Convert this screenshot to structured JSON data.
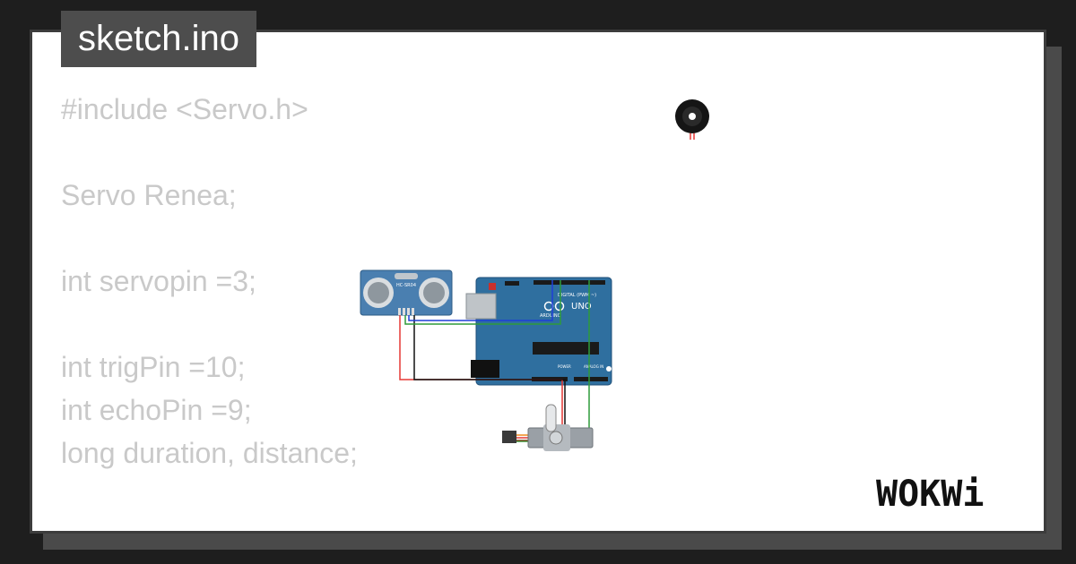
{
  "file_tab": {
    "label": "sketch.ino"
  },
  "code": {
    "lines": [
      "#include <Servo.h>",
      "",
      "Servo Renea;",
      "",
      "int servopin =3;",
      "",
      "int trigPin =10;",
      "int echoPin =9;",
      "long duration, distance;"
    ]
  },
  "diagram": {
    "sensor_label": "HC-SR04",
    "board_brand": "ARDUINO",
    "board_model": "UNO",
    "board_digital_label": "DIGITAL (PWM ~)",
    "board_power_label": "POWER",
    "board_analog_label": "ANALOG IN",
    "wire_colors": {
      "red": "#e53935",
      "black": "#111111",
      "blue": "#1e3fd8",
      "green": "#2e9c3a",
      "orange": "#f08a1c",
      "brown": "#7a4a1c"
    },
    "board_color": "#2f6f9f",
    "sensor_color": "#4a7fb0"
  },
  "brand": {
    "logo_text": "WOKWi"
  }
}
